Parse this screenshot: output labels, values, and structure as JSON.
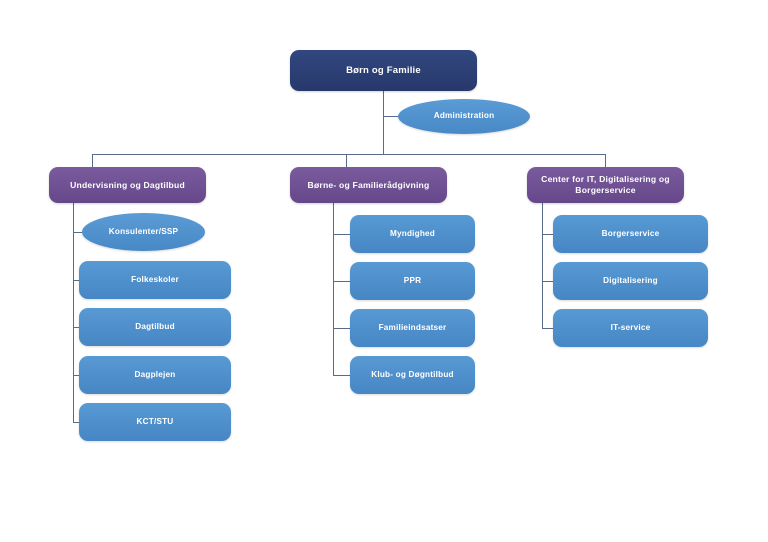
{
  "chart_data": {
    "type": "diagram",
    "title": "Børn og Familie organisationsdiagram",
    "colors": {
      "background": "#ffffff",
      "root": "#2c4077",
      "department": "#6f5295",
      "unit": "#4e90cd",
      "staff": "#5191cd",
      "connector": "#5a6a8a",
      "text": "#ffffff"
    }
  },
  "root": {
    "label": "Børn og Familie",
    "staff": {
      "label": "Administration",
      "shape": "ellipse"
    }
  },
  "departments": [
    {
      "label": "Undervisning og Dagtilbud",
      "staff": {
        "label": "Konsulenter/SSP",
        "shape": "ellipse"
      },
      "units": [
        {
          "label": "Folkeskoler"
        },
        {
          "label": "Dagtilbud"
        },
        {
          "label": "Dagplejen"
        },
        {
          "label": "KCT/STU"
        }
      ]
    },
    {
      "label": "Børne- og Familierådgivning",
      "units": [
        {
          "label": "Myndighed"
        },
        {
          "label": "PPR"
        },
        {
          "label": "Familieindsatser"
        },
        {
          "label": "Klub- og Døgntilbud"
        }
      ]
    },
    {
      "label": "Center for IT, Digitalisering og Borgerservice",
      "units": [
        {
          "label": "Borgerservice"
        },
        {
          "label": "Digitalisering"
        },
        {
          "label": "IT-service"
        }
      ]
    }
  ]
}
